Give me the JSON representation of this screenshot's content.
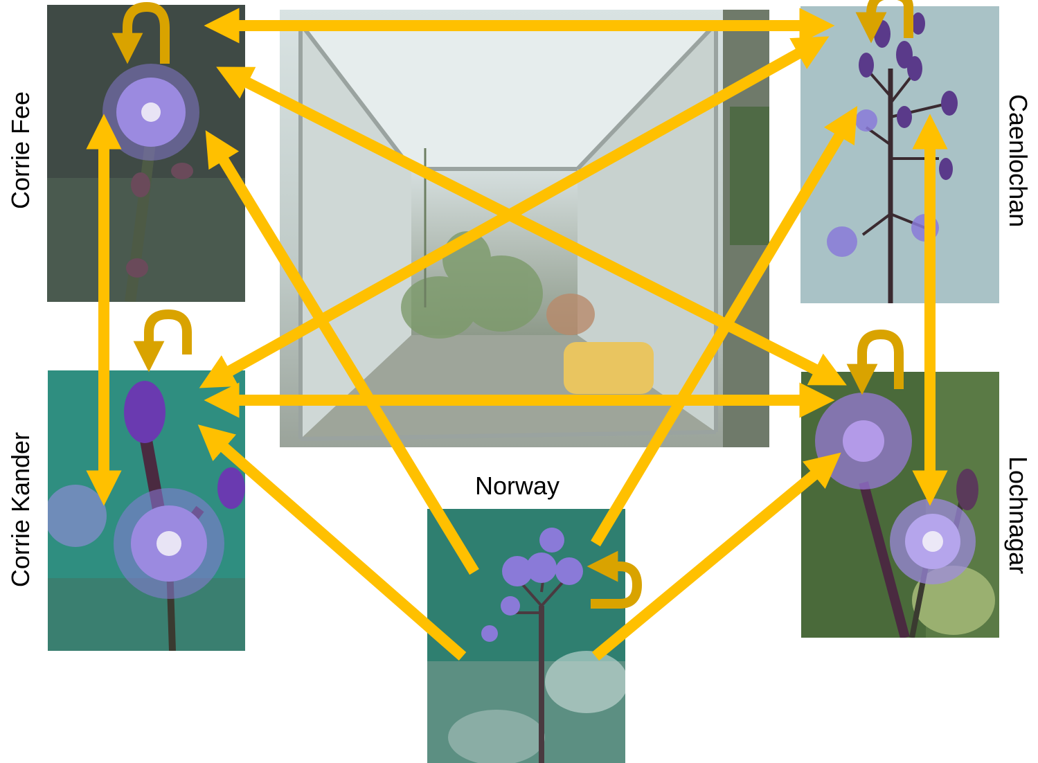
{
  "labels": {
    "corrie_fee": "Corrie Fee",
    "caenlochan": "Caenlochan",
    "corrie_kander": "Corrie Kander",
    "lochnagar": "Lochnagar",
    "norway": "Norway"
  },
  "colors": {
    "arrow": "#ffc000",
    "self_loop": "#d9a300",
    "flower_petal": "#8a7ad8",
    "flower_dark": "#4a2a7a",
    "stem": "#3a2a2a"
  },
  "connections": [
    {
      "from": "Corrie Fee",
      "to": "Caenlochan",
      "bidirectional": true
    },
    {
      "from": "Corrie Fee",
      "to": "Corrie Kander",
      "bidirectional": true
    },
    {
      "from": "Caenlochan",
      "to": "Lochnagar",
      "bidirectional": true
    },
    {
      "from": "Corrie Kander",
      "to": "Lochnagar",
      "bidirectional": true
    },
    {
      "from": "Corrie Fee",
      "to": "Lochnagar",
      "bidirectional": true
    },
    {
      "from": "Caenlochan",
      "to": "Corrie Kander",
      "bidirectional": true
    },
    {
      "from": "Norway",
      "to": "Corrie Fee",
      "bidirectional": false
    },
    {
      "from": "Norway",
      "to": "Caenlochan",
      "bidirectional": false
    },
    {
      "from": "Norway",
      "to": "Corrie Kander",
      "bidirectional": false
    },
    {
      "from": "Norway",
      "to": "Lochnagar",
      "bidirectional": false
    },
    {
      "from": "Corrie Fee",
      "to": "Corrie Fee",
      "self": true
    },
    {
      "from": "Caenlochan",
      "to": "Caenlochan",
      "self": true
    },
    {
      "from": "Corrie Kander",
      "to": "Corrie Kander",
      "self": true
    },
    {
      "from": "Lochnagar",
      "to": "Lochnagar",
      "self": true
    },
    {
      "from": "Norway",
      "to": "Norway",
      "self": true
    }
  ]
}
